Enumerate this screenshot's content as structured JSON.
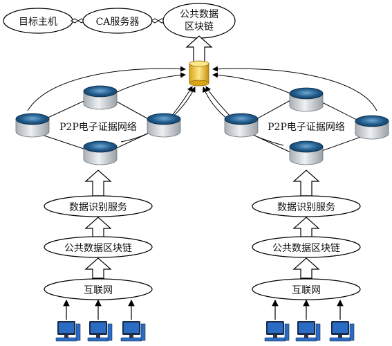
{
  "top": {
    "target_host": "目标主机",
    "ca_server": "CA服务器",
    "public_chain_line1": "公共数据",
    "public_chain_line2": "区块链"
  },
  "left_cluster": {
    "p2p_label": "P2P电子证据网络",
    "identify_service": "数据识别服务",
    "public_chain": "公共数据区块链",
    "internet": "互联网"
  },
  "right_cluster": {
    "p2p_label": "P2P电子证据网络",
    "identify_service": "数据识别服务",
    "public_chain": "公共数据区块链",
    "internet": "互联网"
  },
  "colors": {
    "node_blue": "#1f5a8a",
    "node_grey": "#c9ced4",
    "db_gold": "#f2c230",
    "computer_blue": "#2a6cc4"
  }
}
